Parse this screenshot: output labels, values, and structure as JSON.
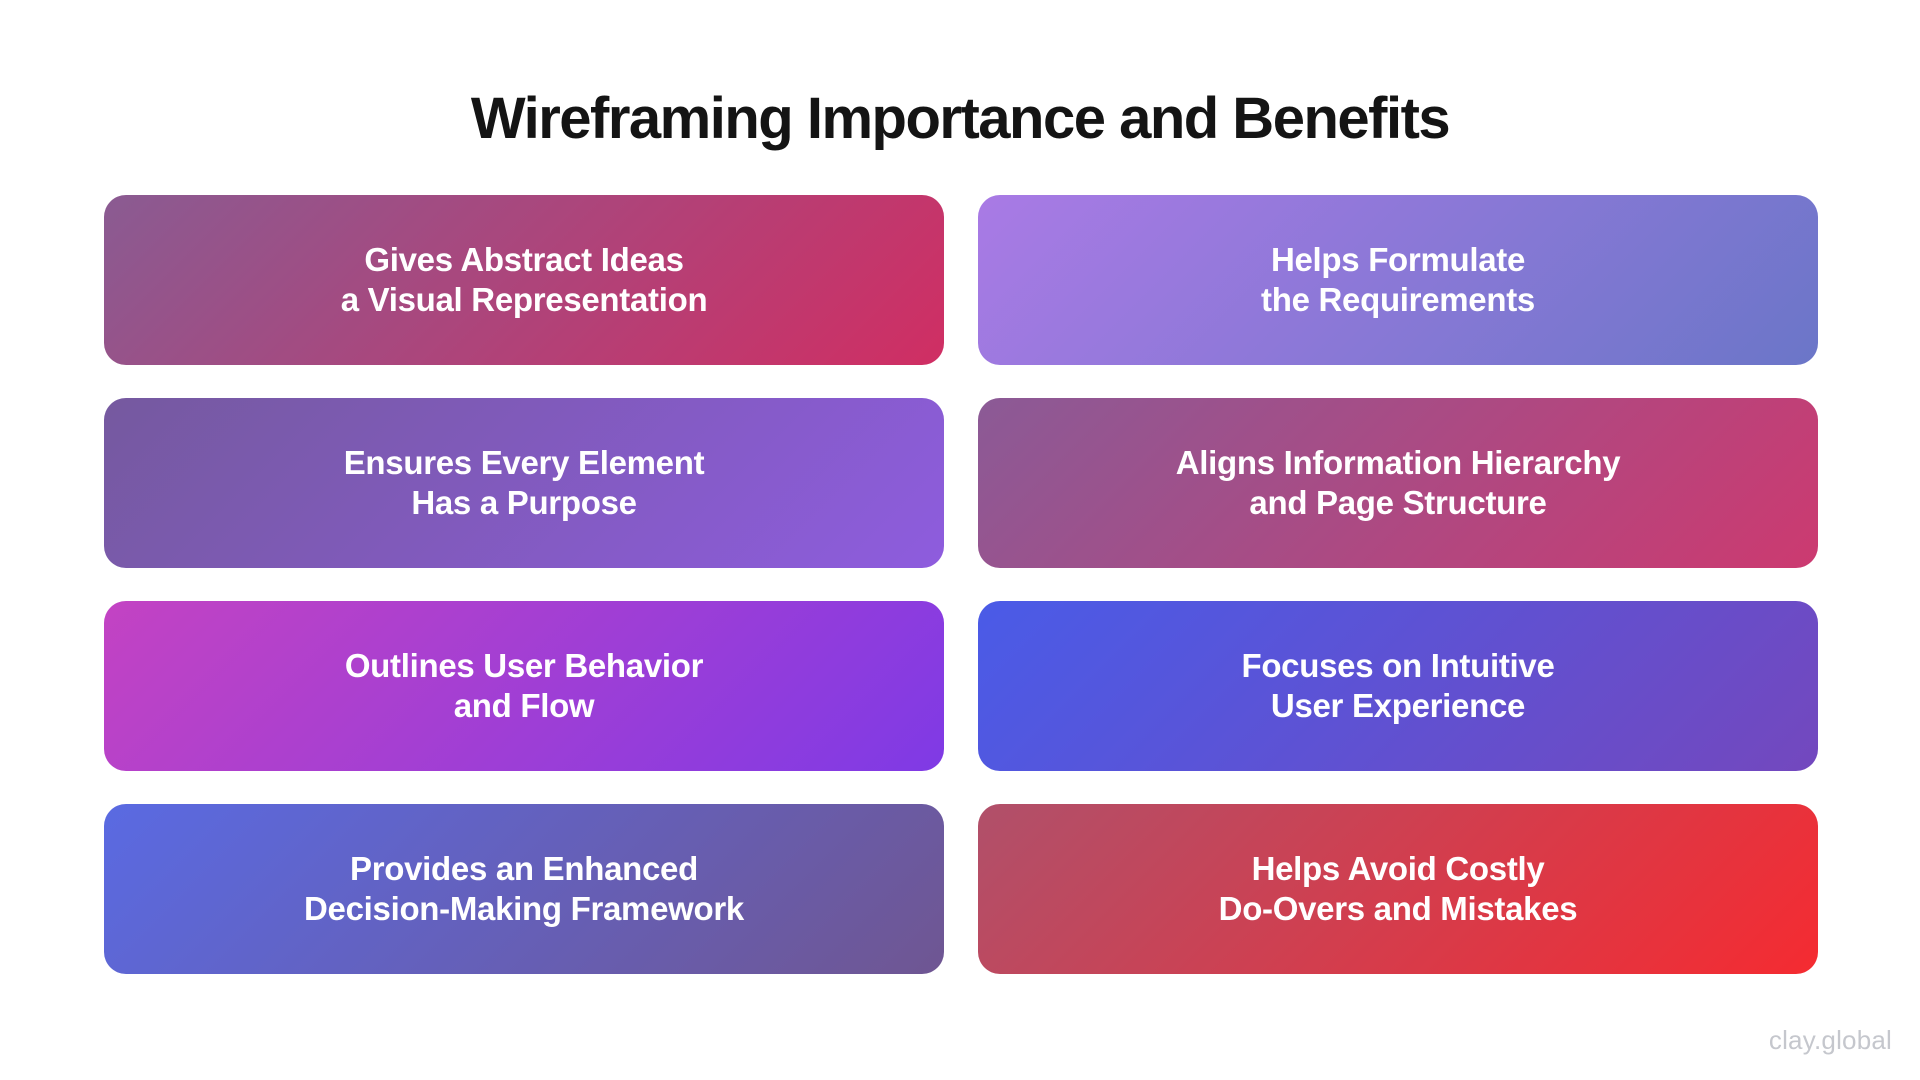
{
  "page": {
    "title": "Wireframing Importance and Benefits",
    "watermark": "clay.global",
    "background": "#ffffff",
    "title_color": "#141414",
    "watermark_color": "#c5c7cd",
    "card_text_color": "#ffffff"
  },
  "cards": [
    {
      "id": "gives-abstract-ideas",
      "line1": "Gives Abstract Ideas",
      "line2": "a Visual Representation",
      "gradient_angle": "135deg",
      "gradient_start": "#8A5B92",
      "gradient_end": "#D02E63"
    },
    {
      "id": "helps-formulate-requirements",
      "line1": "Helps Formulate",
      "line2": "the Requirements",
      "gradient_angle": "135deg",
      "gradient_start": "#A97AE5",
      "gradient_end": "#6B76C8"
    },
    {
      "id": "ensures-element-purpose",
      "line1": "Ensures Every Element",
      "line2": "Has a Purpose",
      "gradient_angle": "135deg",
      "gradient_start": "#75599F",
      "gradient_end": "#8E5CDE"
    },
    {
      "id": "aligns-information-hierarchy",
      "line1": "Aligns Information Hierarchy",
      "line2": "and Page Structure",
      "gradient_angle": "135deg",
      "gradient_start": "#8B5A96",
      "gradient_end": "#CC3A70"
    },
    {
      "id": "outlines-user-behavior",
      "line1": "Outlines User Behavior",
      "line2": "and Flow",
      "gradient_angle": "135deg",
      "gradient_start": "#C343C3",
      "gradient_end": "#7F3AE5"
    },
    {
      "id": "focuses-intuitive-ux",
      "line1": "Focuses on Intuitive",
      "line2": "User Experience",
      "gradient_angle": "135deg",
      "gradient_start": "#4A5BE7",
      "gradient_end": "#7348BE"
    },
    {
      "id": "provides-decision-framework",
      "line1": "Provides an Enhanced",
      "line2": "Decision-Making Framework",
      "gradient_angle": "135deg",
      "gradient_start": "#5A6AE2",
      "gradient_end": "#6F5692"
    },
    {
      "id": "helps-avoid-mistakes",
      "line1": "Helps Avoid Costly",
      "line2": "Do-Overs and Mistakes",
      "gradient_angle": "135deg",
      "gradient_start": "#B0506A",
      "gradient_end": "#F52B31"
    }
  ]
}
